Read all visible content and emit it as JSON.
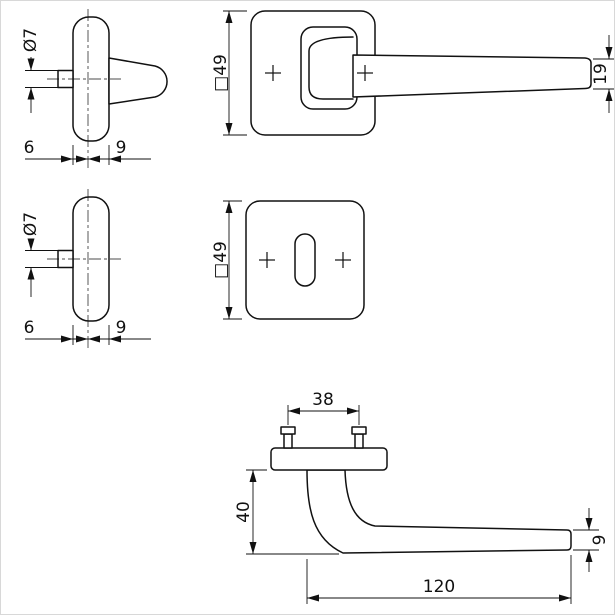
{
  "drawing": {
    "view_top_rose_side": {
      "dia_label": "Ø7",
      "dim_6": "6",
      "dim_9": "9"
    },
    "view_lever_front": {
      "square_label": "□49",
      "dim_19": "19"
    },
    "view_key_rose_side": {
      "dia_label": "Ø7",
      "dim_6": "6",
      "dim_9": "9"
    },
    "view_key_rose_front": {
      "square_label": "□49"
    },
    "view_lever_side": {
      "dim_38": "38",
      "dim_40": "40",
      "dim_9": "9",
      "dim_120": "120"
    },
    "line_color": "#111111"
  }
}
